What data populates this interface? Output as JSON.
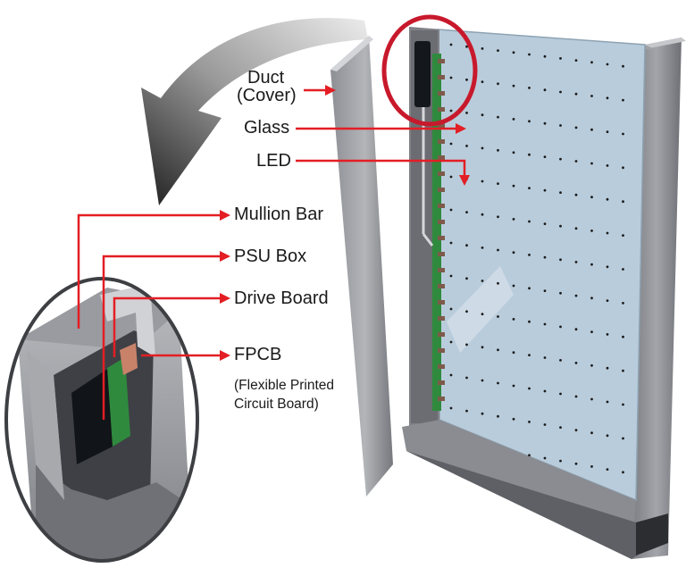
{
  "labels": {
    "duct": "Duct",
    "duct_sub": "(Cover)",
    "glass": "Glass",
    "led": "LED",
    "mullion_bar": "Mullion Bar",
    "psu_box": "PSU Box",
    "drive_board": "Drive Board",
    "fpcb": "FPCB",
    "fpcb_sub_line1": "(Flexible Printed",
    "fpcb_sub_line2": "Circuit Board)"
  },
  "colors": {
    "callout_red": "#e31e24",
    "highlight_ring": "#c8192c",
    "glass": "#b9ccdb",
    "frame": "#8c8e93",
    "circuit_board": "#2f8a3e",
    "psu_box": "#14181d"
  }
}
